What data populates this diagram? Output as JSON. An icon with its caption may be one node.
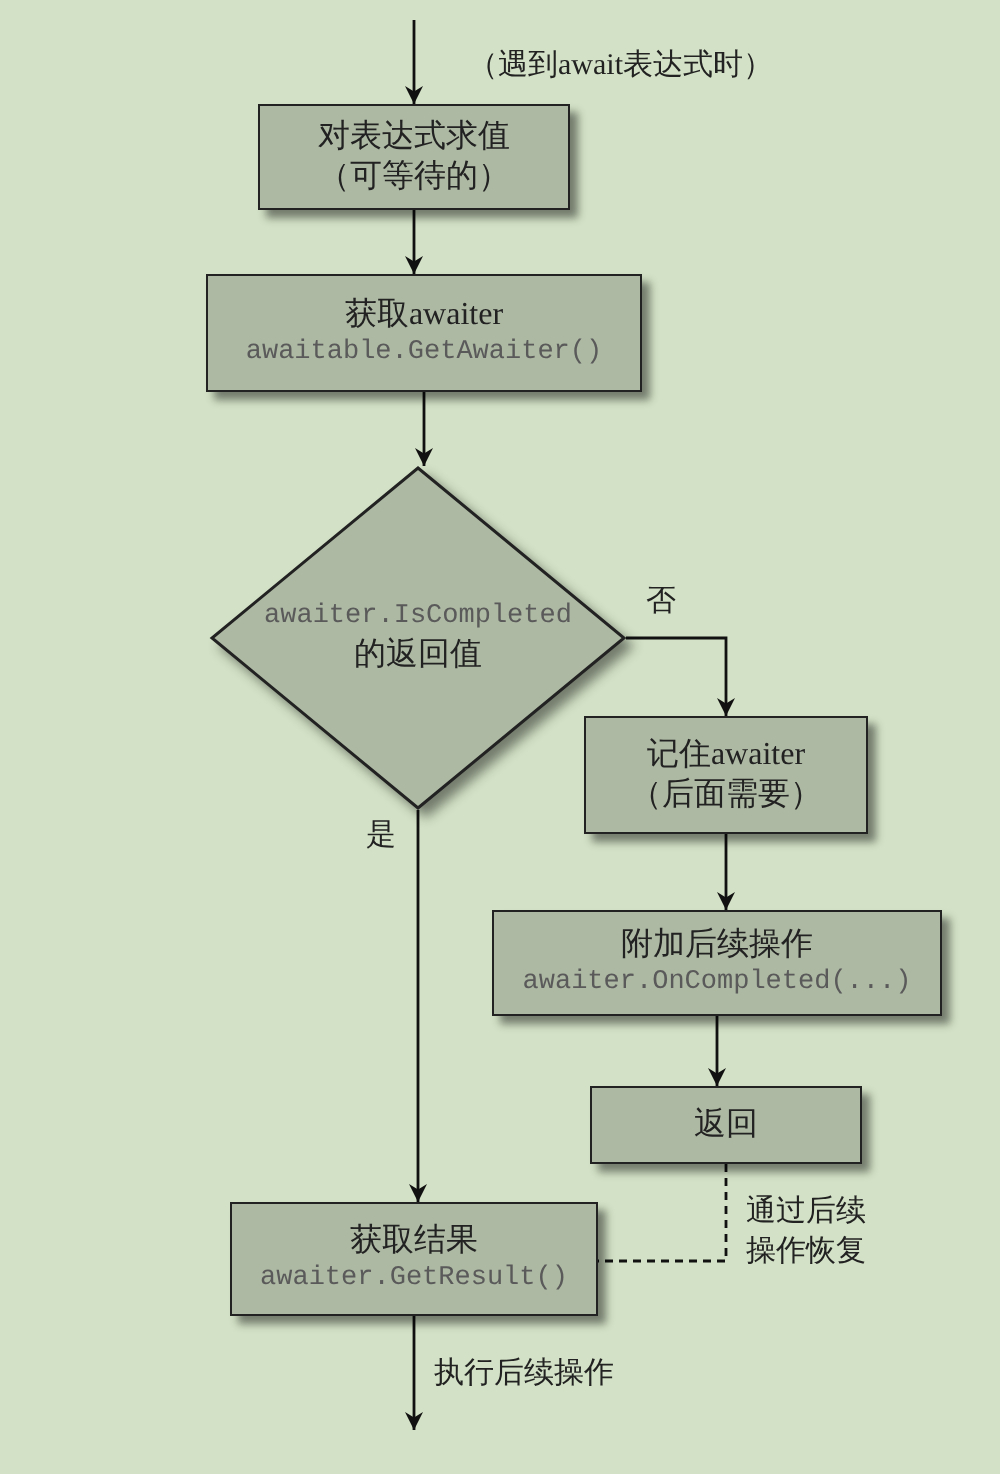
{
  "diagram": {
    "nodes": [
      {
        "text": [
          "对表达式求值（可等待的）"
        ]
      },
      {
        "text": [
          "获取awaiter",
          "awaitable.GetAwaiter()"
        ]
      },
      {
        "text": [
          "awaiter.IsCompleted",
          "的返回值"
        ]
      },
      {
        "text": [
          "记住awaiter（后面需要）"
        ]
      },
      {
        "text": [
          "附加后续操作",
          "awaiter.OnCompleted(...)"
        ]
      },
      {
        "text": [
          "返回"
        ]
      },
      {
        "text": [
          "获取结果",
          "awaiter.GetResult()"
        ]
      }
    ],
    "edges": [
      {
        "from": null,
        "to": 0,
        "arrow": "to",
        "label": "（遇到await表达式时）"
      },
      {
        "from": 0,
        "to": 1,
        "arrow": "to"
      },
      {
        "from": 1,
        "to": 2,
        "arrow": "to"
      },
      {
        "from": 2,
        "to": 3,
        "arrow": "to",
        "label": "否"
      },
      {
        "from": 3,
        "to": 4,
        "arrow": "to"
      },
      {
        "from": 4,
        "to": 5,
        "arrow": "to"
      },
      {
        "from": 2,
        "to": 6,
        "arrow": "to",
        "label": "是"
      },
      {
        "from": 5,
        "to": 6,
        "arrow": "none",
        "style": "dashed",
        "label": "通过后续操作恢复"
      },
      {
        "from": 6,
        "to": null,
        "arrow": "to",
        "label": "执行后续操作"
      }
    ]
  }
}
